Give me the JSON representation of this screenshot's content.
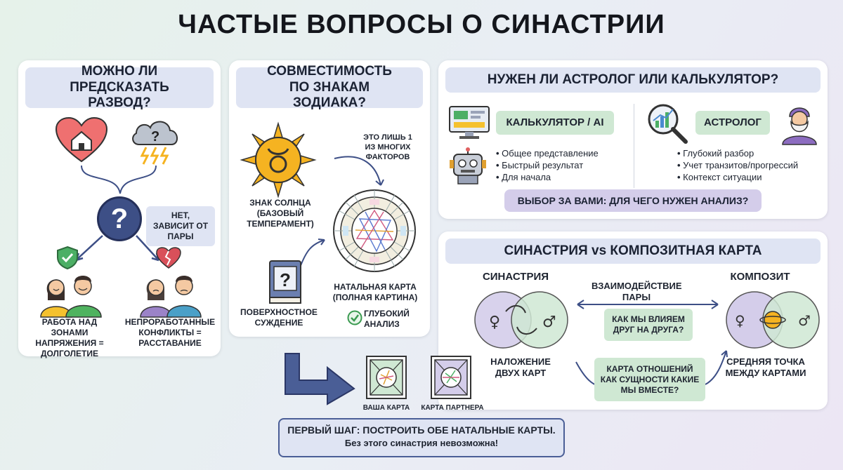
{
  "title": "ЧАСТЫЕ ВОПРОСЫ О СИНАСТРИИ",
  "divorce": {
    "heading": "МОЖНО ЛИ ПРЕДСКАЗАТЬ РАЗВОД?",
    "callout": "НЕТ, ЗАВИСИТ ОТ ПАРЫ",
    "left_caption": "РАБОТА НАД ЗОНАМИ НАПРЯЖЕНИЯ = ДОЛГОЛЕТИЕ",
    "right_caption": "НЕПРОРАБОТАННЫЕ КОНФЛИКТЫ = РАССТАВАНИЕ"
  },
  "zodiac": {
    "heading": "СОВМЕСТИМОСТЬ ПО ЗНАКАМ ЗОДИАКА?",
    "note": "ЭТО ЛИШЬ 1 ИЗ МНОГИХ ФАКТОРОВ",
    "sun_label": "ЗНАК СОЛНЦА (БАЗОВЫЙ ТЕМПЕРАМЕНТ)",
    "book_label": "ПОВЕРХНОСТНОЕ СУЖДЕНИЕ",
    "chart_label": "НАТАЛЬНАЯ КАРТА (ПОЛНАЯ КАРТИНА)",
    "deep_label": "ГЛУБОКИЙ АНАЛИЗ"
  },
  "astrologer": {
    "heading": "НУЖЕН ЛИ АСТРОЛОГ ИЛИ КАЛЬКУЛЯТОР?",
    "calc_label": "КАЛЬКУЛЯТОР / AI",
    "calc_items": [
      "Общее представление",
      "Быстрый результат",
      "Для начала"
    ],
    "astro_label": "АСТРОЛОГ",
    "astro_items": [
      "Глубокий разбор",
      "Учет транзитов/прогрессий",
      "Контекст ситуации"
    ],
    "choice": "ВЫБОР ЗА ВАМИ: ДЛЯ ЧЕГО НУЖЕН АНАЛИЗ?"
  },
  "synastry": {
    "heading": "СИНАСТРИЯ vs КОМПОЗИТНАЯ КАРТА",
    "syn_label": "СИНАСТРИЯ",
    "comp_label": "КОМПОЗИТ",
    "interaction": "ВЗАИМОДЕЙСТВИЕ ПАРЫ",
    "question1": "КАК МЫ ВЛИЯЕМ ДРУГ НА ДРУГА?",
    "overlay": "НАЛОЖЕНИЕ ДВУХ КАРТ",
    "question2": "КАРТА ОТНОШЕНИЙ КАК СУЩНОСТИ КАКИЕ МЫ ВМЕСТЕ?",
    "midpoint": "СРЕДНЯЯ ТОЧКА МЕЖДУ КАРТАМИ"
  },
  "first_step": {
    "your_chart": "ВАША КАРТА",
    "partner_chart": "КАРТА ПАРТНЕРА",
    "line1": "ПЕРВЫЙ ШАГ: ПОСТРОИТЬ ОБЕ НАТАЛЬНЫЕ КАРТЫ.",
    "line2": "Без этого синастрия невозможна!"
  },
  "colors": {
    "pill": "#dfe4f3",
    "green": "#cfe8d3",
    "purple": "#d4cdea",
    "navy": "#3d4f86",
    "sun": "#f5b321"
  }
}
